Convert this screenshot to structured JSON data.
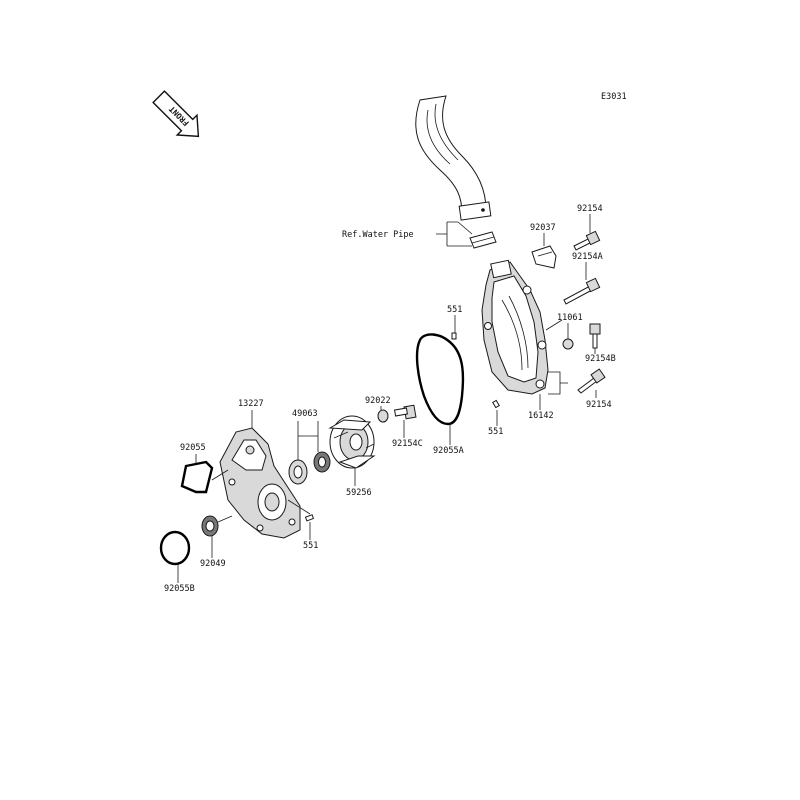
{
  "diagram_code": "E3031",
  "front_marker": "FRONT",
  "reference_note": "Ref.Water Pipe",
  "parts": {
    "p92154_top": "92154",
    "p92037": "92037",
    "p92154A": "92154A",
    "p551_top": "551",
    "p11061": "11061",
    "p92154B": "92154B",
    "p92154_bottom": "92154",
    "p16142": "16142",
    "p551_right": "551",
    "p92022": "92022",
    "p92154C": "92154C",
    "p92055A": "92055A",
    "p13227": "13227",
    "p49063": "49063",
    "p92055": "92055",
    "p59256": "59256",
    "p92049": "92049",
    "p551_bottom": "551",
    "p92055B": "92055B"
  }
}
